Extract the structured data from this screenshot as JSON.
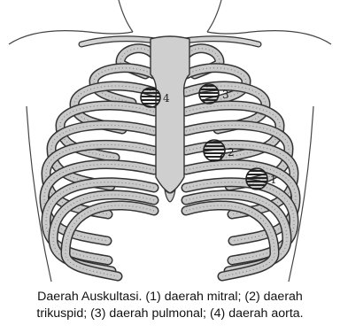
{
  "figure": {
    "description_icon": "chest-ribcage-illustration",
    "colors": {
      "paper": "#ffffff",
      "bone": "#c9c9c9",
      "outline": "#333333",
      "marker_fill": "#ffffff",
      "marker_hatch": "#222222"
    },
    "areas": [
      {
        "id": "1",
        "label": "1"
      },
      {
        "id": "2",
        "label": "2"
      },
      {
        "id": "3",
        "label": "3"
      },
      {
        "id": "4",
        "label": "4"
      }
    ]
  },
  "caption": {
    "line1": "Daerah Auskultasi. (1) daerah mitral; (2) daerah",
    "line2": "trikuspid; (3) daerah pulmonal; (4) daerah aorta."
  }
}
